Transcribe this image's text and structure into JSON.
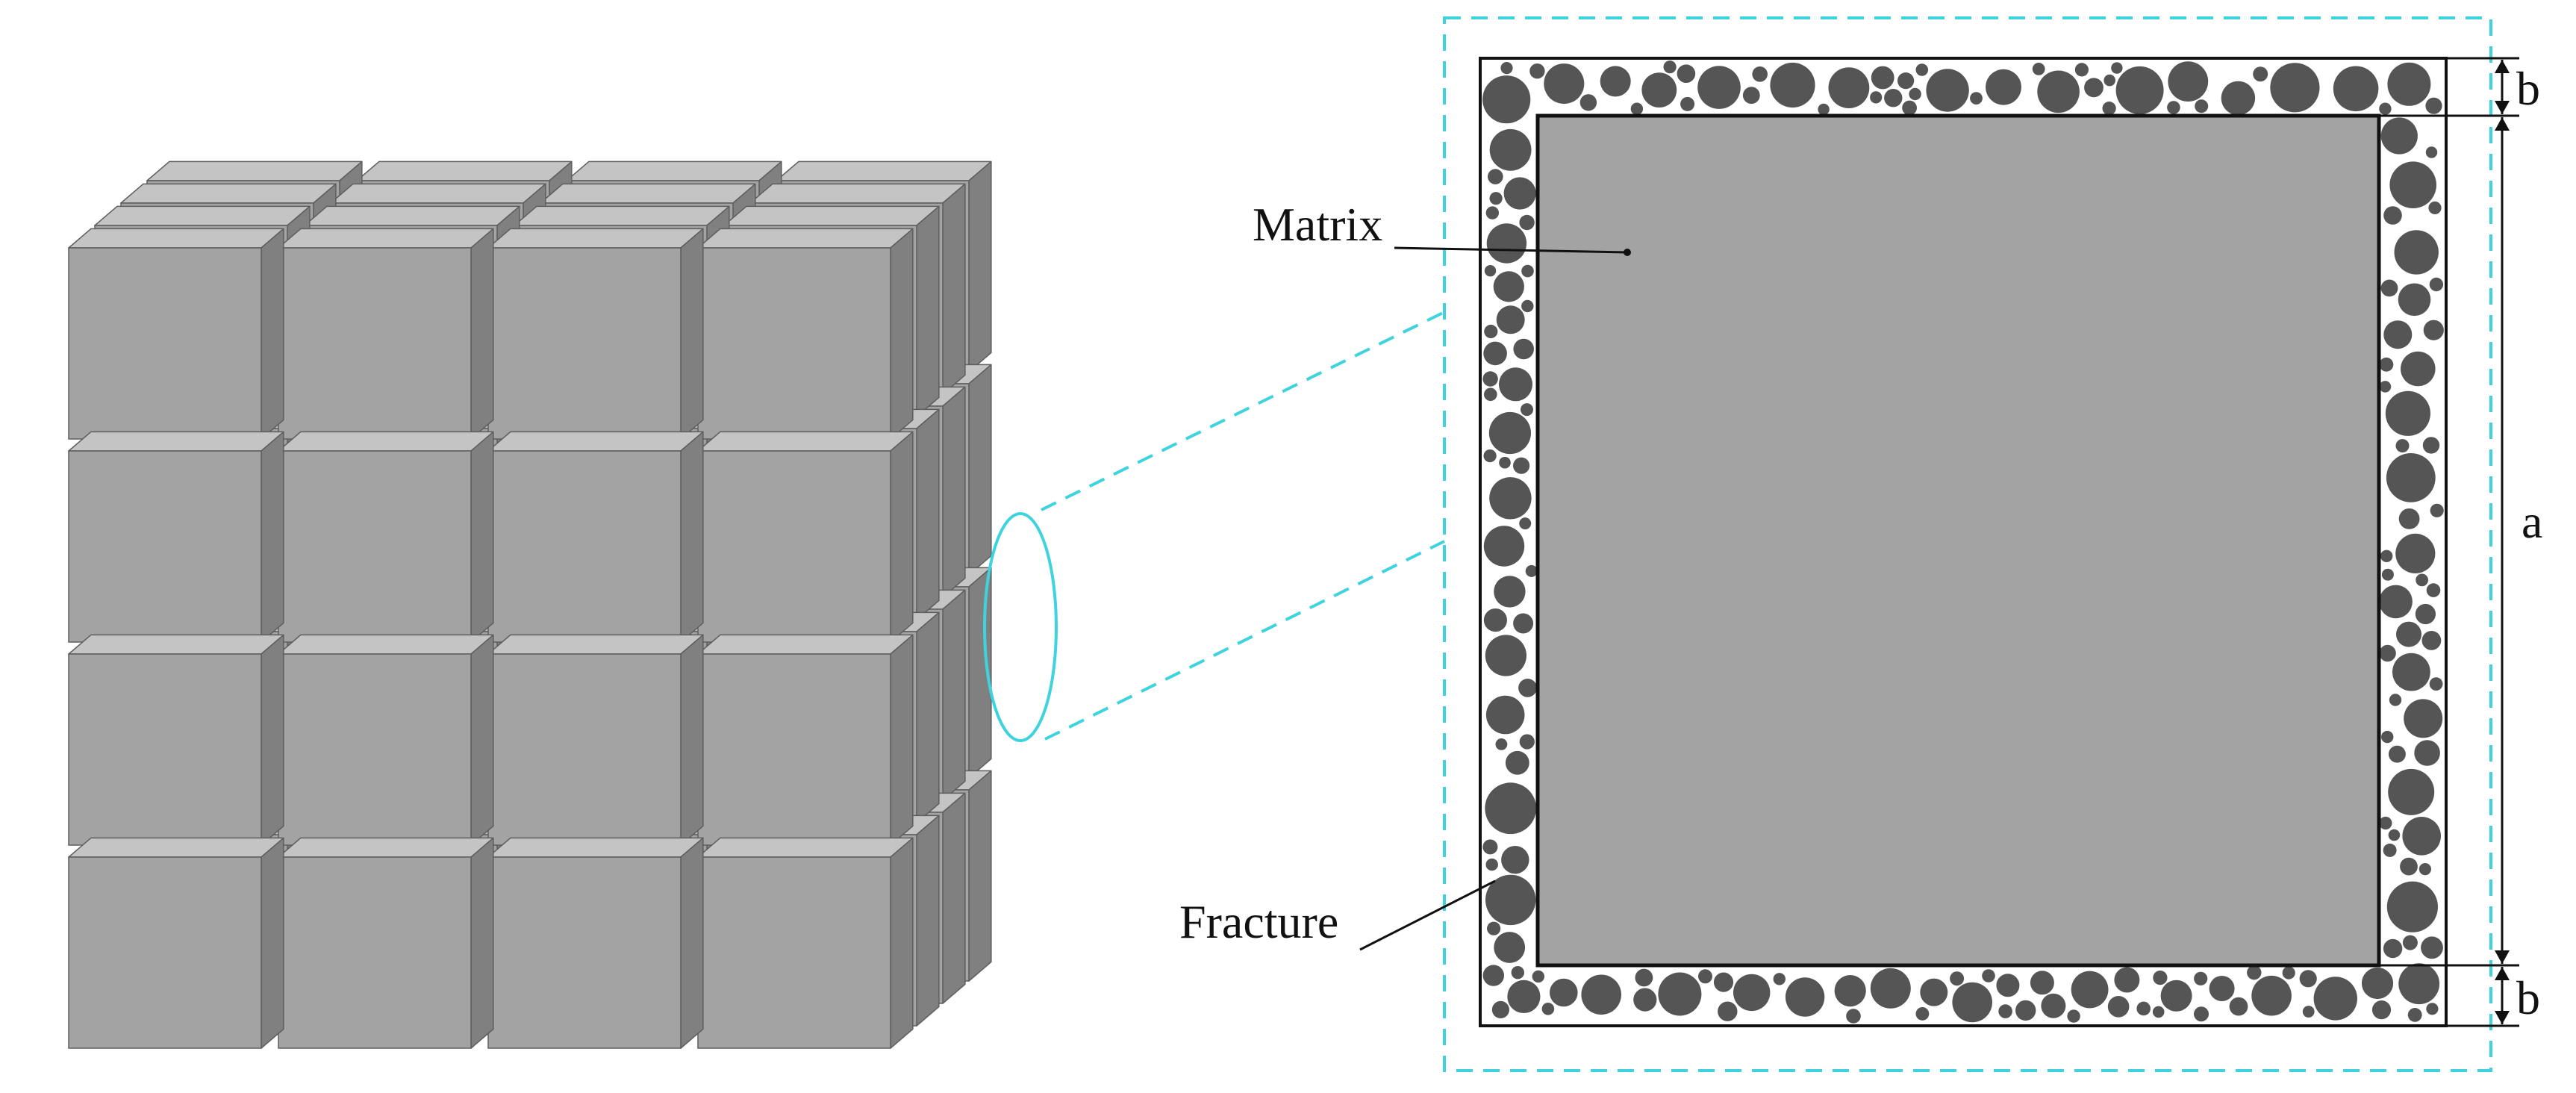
{
  "labels": {
    "matrix": "Matrix",
    "fracture": "Fracture",
    "dim_top": "b",
    "dim_middle": "a",
    "dim_bottom": "b"
  },
  "colors": {
    "block_front": "#a3a3a3",
    "block_top": "#c4c4c4",
    "block_side": "#808080",
    "block_edge": "#5e5e5e",
    "matrix_fill": "#a3a3a3",
    "particle": "#555555",
    "highlight": "#3fd3e0",
    "line": "#111111"
  }
}
